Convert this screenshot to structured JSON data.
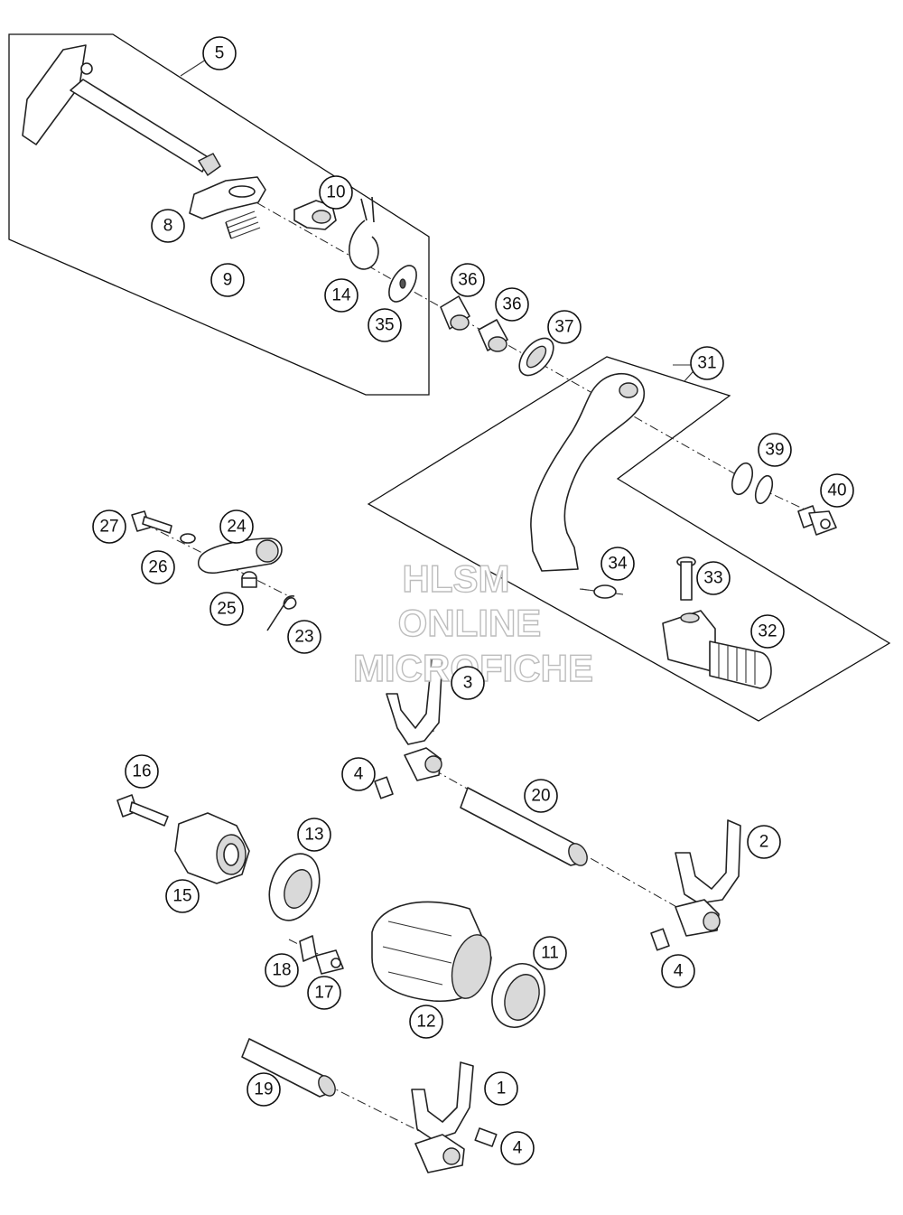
{
  "watermark": {
    "line1": "HLSM",
    "line2": "ONLINE",
    "line3": "MICROFICHE"
  },
  "callouts": {
    "c1": "1",
    "c2": "2",
    "c3": "3",
    "c4a": "4",
    "c4b": "4",
    "c4c": "4",
    "c5": "5",
    "c8": "8",
    "c9": "9",
    "c10": "10",
    "c11": "11",
    "c12": "12",
    "c13": "13",
    "c14": "14",
    "c15": "15",
    "c16": "16",
    "c17": "17",
    "c18": "18",
    "c19": "19",
    "c20": "20",
    "c23": "23",
    "c24": "24",
    "c25": "25",
    "c26": "26",
    "c27": "27",
    "c31": "31",
    "c32": "32",
    "c33": "33",
    "c34": "34",
    "c35": "35",
    "c36a": "36",
    "c36b": "36",
    "c37": "37",
    "c39": "39",
    "c40": "40"
  }
}
